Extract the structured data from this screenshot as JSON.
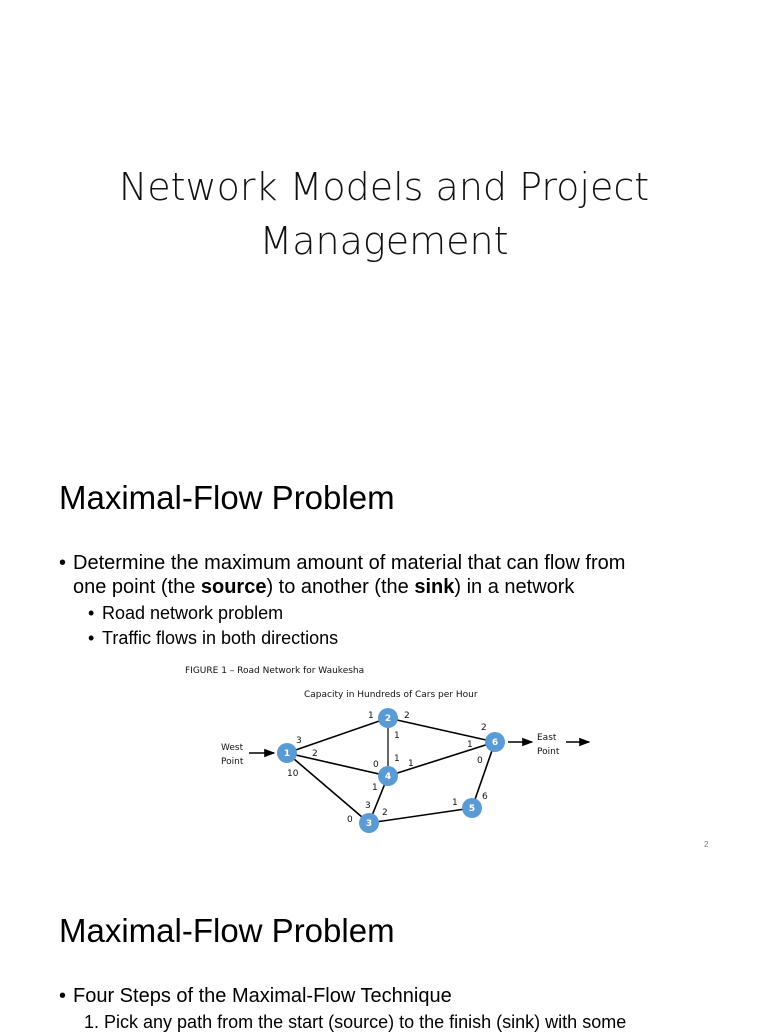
{
  "slide1": {
    "title_line1": "Network Models and Project",
    "title_line2": "Management"
  },
  "slide2": {
    "title": "Maximal-Flow Problem",
    "bullet1_line1": "Determine the maximum amount of material that can flow from",
    "bullet1_line2_a": "one point (the ",
    "bullet1_line2_source": "source",
    "bullet1_line2_b": ") to another (the ",
    "bullet1_line2_sink": "sink",
    "bullet1_line2_c": ") in a network",
    "sub_bullets": [
      "Road network problem",
      "Traffic flows in both directions"
    ],
    "figure_caption": "FIGURE 1 – Road Network for Waukesha",
    "figure_subtitle": "Capacity in Hundreds of Cars per Hour",
    "west_label": [
      "West",
      "Point"
    ],
    "east_label": [
      "East",
      "Point"
    ],
    "nodes": [
      "1",
      "2",
      "3",
      "4",
      "5",
      "6"
    ],
    "edge_capacities": {
      "e12_at1": "3",
      "e12_at2": "1",
      "e14_at1": "2",
      "e14_at4": "0",
      "e13_at1": "10",
      "e13_at3": "0",
      "e24_at2": "1",
      "e24_at4": "1",
      "e26_at2": "2",
      "e26_at6": "2",
      "e46_at4": "1",
      "e46_at6": "1",
      "e34_at3": "3",
      "e34_at4": "1",
      "e35_at3": "2",
      "e35_at5": "1",
      "e56_at5": "6",
      "e56_at6": "0"
    },
    "page_number": "2"
  },
  "slide3": {
    "title": "Maximal-Flow Problem",
    "bullet1": "Four Steps of the Maximal-Flow Technique",
    "step1": "1.   Pick any path from the start (source) to the finish (sink) with some"
  },
  "colors": {
    "node_fill": "#5b9bd5",
    "edge": "#000000"
  }
}
